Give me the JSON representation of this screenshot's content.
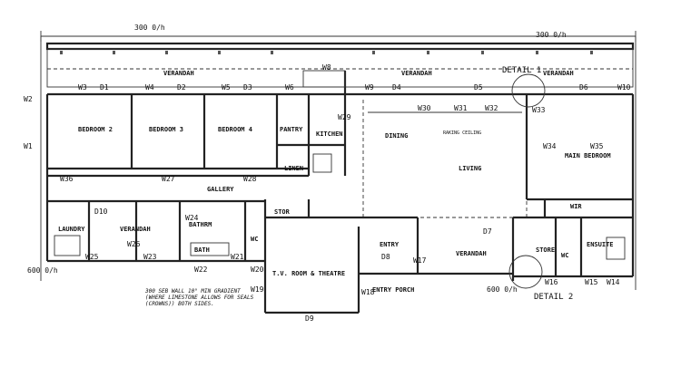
{
  "dimensions": {
    "top_left": "300 0/h",
    "top_right": "300 0/h",
    "left_lower": "600 0/h",
    "right_lower": "600 0/h"
  },
  "windows_top": [
    "W3",
    "D1",
    "W4",
    "D2",
    "W5",
    "D3",
    "W6",
    "W8",
    "W9",
    "D4",
    "D5",
    "D6",
    "W10"
  ],
  "windows_left": [
    "W2",
    "W1"
  ],
  "windows_mid": [
    "W29",
    "W30",
    "W31",
    "W32",
    "W33",
    "W34",
    "W35",
    "W36",
    "W27",
    "W28",
    "W24",
    "W26",
    "W25",
    "W23",
    "W22",
    "W21",
    "W20",
    "W19",
    "W18",
    "W17",
    "W16",
    "W15",
    "W14",
    "D7",
    "D8",
    "D9",
    "D10"
  ],
  "rooms": {
    "verandah_1": "VERANDAH",
    "verandah_2": "VERANDAH",
    "verandah_3": "VERANDAH",
    "verandah_4": "VERANDAH",
    "verandah_5": "VERANDAH",
    "bedroom2": "BEDROOM 2",
    "bedroom3": "BEDROOM 3",
    "bedroom4": "BEDROOM 4",
    "pantry": "PANTRY",
    "kitchen": "KITCHEN",
    "dining": "DINING",
    "living": "LIVING",
    "main_bedroom": "MAIN BEDROOM",
    "linen": "LINEN",
    "gallery": "GALLERY",
    "laundry": "LAUNDRY",
    "bathrm": "BATHRM",
    "bath": "BATH",
    "stor": "STOR",
    "wc1": "WC",
    "wc2": "WC",
    "tv": "T.V. ROOM & THEATRE",
    "entry": "ENTRY",
    "entry_porch": "ENTRY PORCH",
    "store": "STORE",
    "ensuite": "ENSUITE",
    "wir": "WIR"
  },
  "details": {
    "detail1": "DETAIL 1",
    "detail2": "DETAIL 2"
  },
  "notes": {
    "ceiling": "RAKING CEILING",
    "mid_note": "300 SEB WALL 10° MIN GRADIENT (WHERE LIMESTONE ALLOWS FOR SEALS (CROWNS)) BOTH SIDES."
  }
}
